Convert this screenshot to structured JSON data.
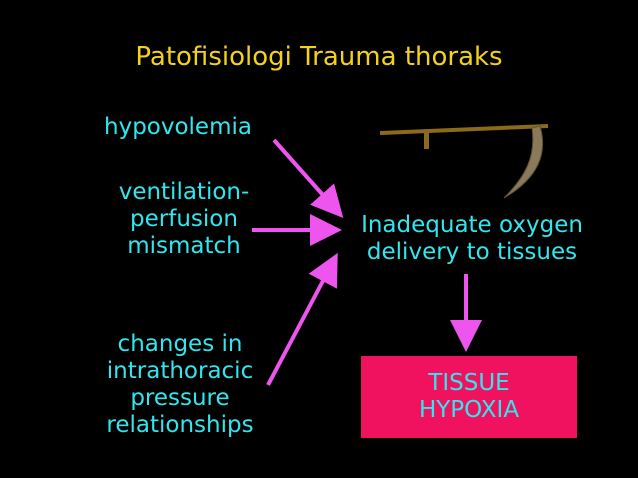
{
  "title": "Patofisiologi Trauma thoraks",
  "causes": {
    "hypovolemia": [
      "hypovolemia"
    ],
    "vq_mismatch": [
      "ventilation-",
      "perfusion",
      "mismatch"
    ],
    "pressure": [
      "changes in",
      "intrathoracic",
      "pressure",
      "relationships"
    ]
  },
  "outcome": [
    "Inadequate oxygen",
    "delivery to tissues"
  ],
  "result": [
    "TISSUE",
    "HYPOXIA"
  ],
  "colors": {
    "background": "#000000",
    "title": "#f2d21a",
    "text": "#33e6ee",
    "arrow": "#ee55ee",
    "box": "#f0125e",
    "scythe_handle": "#8b6a1a",
    "scythe_blade": "#8a7a5a"
  },
  "icons": [
    "scythe-icon"
  ]
}
